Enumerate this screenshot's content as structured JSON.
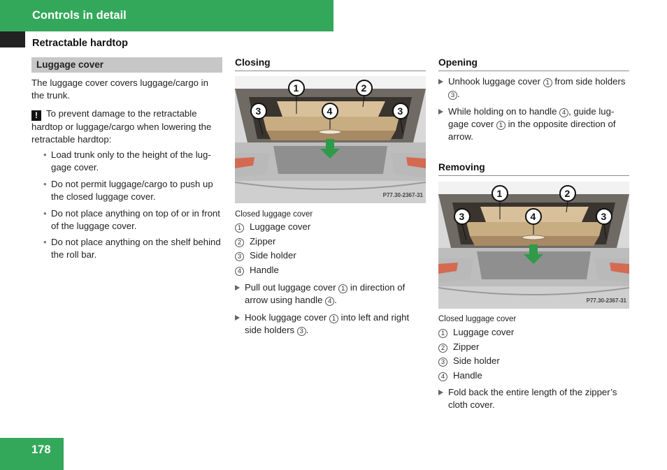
{
  "header": {
    "title": "Controls in detail"
  },
  "section": {
    "title": "Retractable hardtop"
  },
  "col1": {
    "heading": "Luggage cover",
    "intro": "The luggage cover covers luggage/cargo in the trunk.",
    "warning_icon": "!",
    "warning": "To prevent damage to the retractable hardtop or luggage/cargo when lowering the retractable hardtop:",
    "bullets": [
      "Load trunk only to the height of the lug-gage cover.",
      "Do not permit luggage/cargo to push up the closed luggage cover.",
      "Do not place anything on top of or in front of the luggage cover.",
      "Do not place anything on the shelf behind the roll bar."
    ]
  },
  "closing": {
    "heading": "Closing",
    "image_code": "P77.30-2367-31",
    "caption": "Closed luggage cover",
    "legend": [
      {
        "num": "1",
        "label": "Luggage cover"
      },
      {
        "num": "2",
        "label": "Zipper"
      },
      {
        "num": "3",
        "label": "Side holder"
      },
      {
        "num": "4",
        "label": "Handle"
      }
    ],
    "steps": [
      {
        "a": "Pull out luggage cover",
        "n1": "1",
        "b": "in direction of arrow using handle",
        "n2": "4",
        "c": "."
      },
      {
        "a": "Hook luggage cover",
        "n1": "1",
        "b": "into left and right side holders",
        "n2": "3",
        "c": "."
      }
    ]
  },
  "opening": {
    "heading": "Opening",
    "steps": [
      {
        "a": "Unhook luggage cover",
        "n1": "1",
        "b": "from side holders",
        "n2": "3",
        "c": "."
      },
      {
        "a": "While holding on to handle",
        "n1": "4",
        "b": ", guide lug-gage cover",
        "n2": "1",
        "c": "in the opposite direction of arrow."
      }
    ]
  },
  "removing": {
    "heading": "Removing",
    "image_code": "P77.30-2367-31",
    "caption": "Closed luggage cover",
    "legend": [
      {
        "num": "1",
        "label": "Luggage cover"
      },
      {
        "num": "2",
        "label": "Zipper"
      },
      {
        "num": "3",
        "label": "Side holder"
      },
      {
        "num": "4",
        "label": "Handle"
      }
    ],
    "step": "Fold back the entire length of the zipper’s cloth cover."
  },
  "footer": {
    "page_number": "178"
  },
  "colors": {
    "accent_green": "#34a85a",
    "grey_heading": "#c7c7c7",
    "arrow_green": "#2f9a47"
  }
}
